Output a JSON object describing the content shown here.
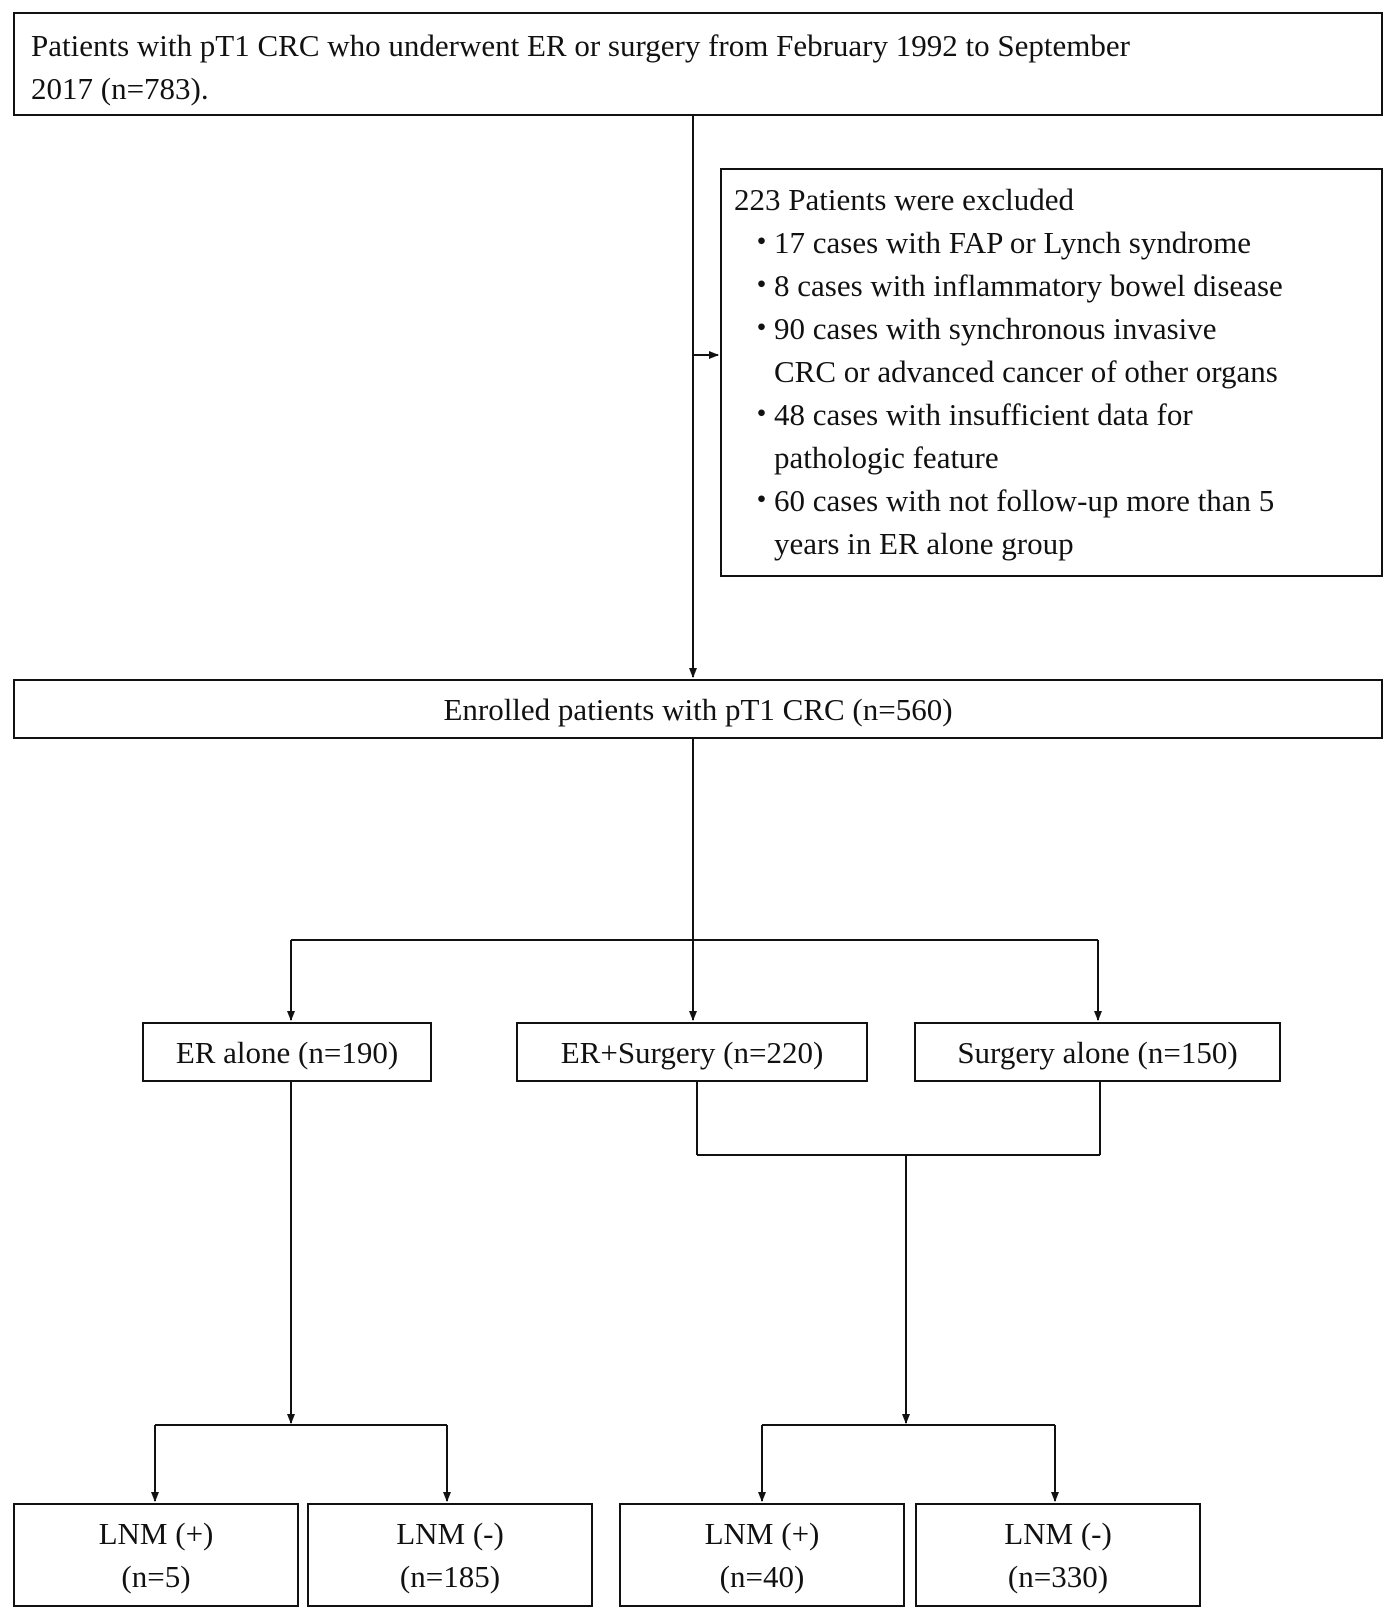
{
  "top_box": {
    "line1": "Patients with pT1 CRC who underwent ER or surgery from February 1992 to September",
    "line2": "2017 (n=783)."
  },
  "excluded": {
    "title": "223 Patients were excluded",
    "bullet": "・",
    "items": [
      {
        "line1": "17 cases with FAP or Lynch syndrome",
        "line2": ""
      },
      {
        "line1": "8 cases with inflammatory bowel disease",
        "line2": ""
      },
      {
        "line1": "90 cases with synchronous invasive",
        "line2": "CRC or advanced cancer of other organs"
      },
      {
        "line1": "48 cases with insufficient data for",
        "line2": "pathologic feature"
      },
      {
        "line1": "60 cases with not follow-up more than 5",
        "line2": "years in ER alone group"
      }
    ]
  },
  "enrolled": "Enrolled patients with pT1 CRC (n=560)",
  "groups": {
    "er_alone": "ER alone (n=190)",
    "er_surgery": "ER+Surgery (n=220)",
    "surgery_alone": "Surgery alone (n=150)"
  },
  "outcomes": [
    {
      "label": "LNM (+)",
      "n": "(n=5)"
    },
    {
      "label": "LNM (-)",
      "n": "(n=185)"
    },
    {
      "label": "LNM (+)",
      "n": "(n=40)"
    },
    {
      "label": "LNM (-)",
      "n": "(n=330)"
    }
  ]
}
